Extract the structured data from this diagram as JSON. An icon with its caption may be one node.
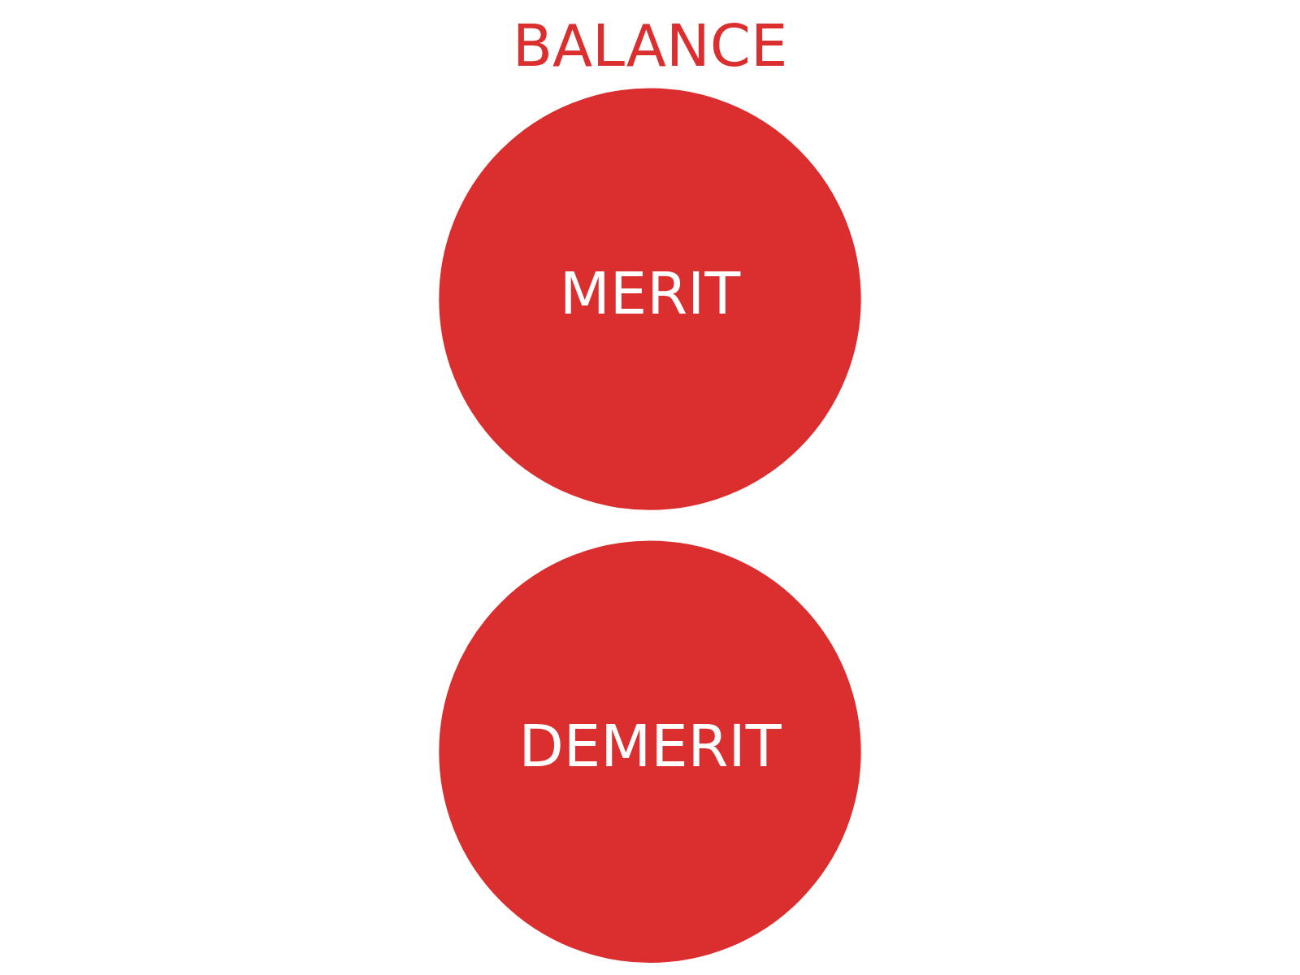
{
  "diagram": {
    "title": "BALANCE",
    "nodes": [
      {
        "text": [
          "MERIT"
        ]
      },
      {
        "text": [
          "DEMERIT"
        ]
      }
    ]
  }
}
